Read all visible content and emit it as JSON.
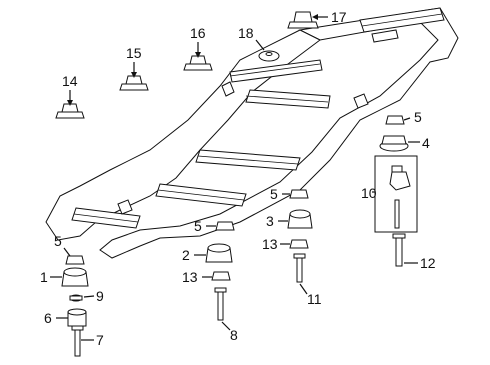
{
  "diagram": {
    "callouts": [
      {
        "id": "c1",
        "label": "1"
      },
      {
        "id": "c2",
        "label": "2"
      },
      {
        "id": "c3",
        "label": "3"
      },
      {
        "id": "c4",
        "label": "4"
      },
      {
        "id": "c5a",
        "label": "5"
      },
      {
        "id": "c5b",
        "label": "5"
      },
      {
        "id": "c5c",
        "label": "5"
      },
      {
        "id": "c5d",
        "label": "5"
      },
      {
        "id": "c6",
        "label": "6"
      },
      {
        "id": "c7",
        "label": "7"
      },
      {
        "id": "c8",
        "label": "8"
      },
      {
        "id": "c9",
        "label": "9"
      },
      {
        "id": "c10",
        "label": "10"
      },
      {
        "id": "c11",
        "label": "11"
      },
      {
        "id": "c12",
        "label": "12"
      },
      {
        "id": "c13a",
        "label": "13"
      },
      {
        "id": "c13b",
        "label": "13"
      },
      {
        "id": "c14",
        "label": "14"
      },
      {
        "id": "c15",
        "label": "15"
      },
      {
        "id": "c16",
        "label": "16"
      },
      {
        "id": "c17",
        "label": "17"
      },
      {
        "id": "c18",
        "label": "18"
      }
    ]
  }
}
